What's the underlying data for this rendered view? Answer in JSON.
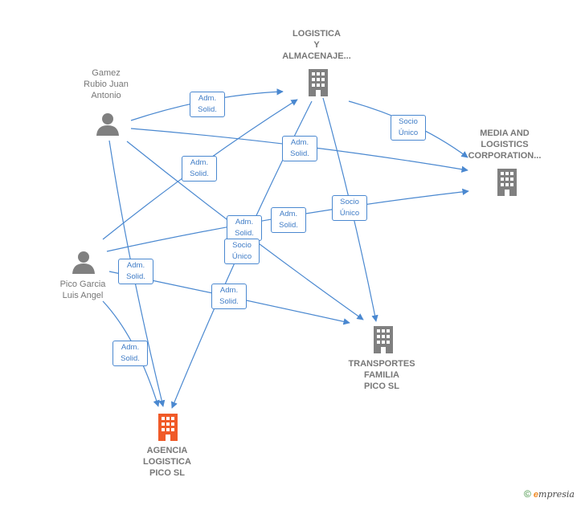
{
  "nodes": {
    "logistica": {
      "label": "LOGISTICA\nY\nALMACENAJE...",
      "type": "company"
    },
    "media": {
      "label": "MEDIA AND\nLOGISTICS\nCORPORATION...",
      "type": "company"
    },
    "gamez": {
      "label": "Gamez\nRubio Juan\nAntonio",
      "type": "person"
    },
    "pico": {
      "label": "Pico Garcia\nLuis Angel",
      "type": "person"
    },
    "transportes": {
      "label": "TRANSPORTES\nFAMILIA\nPICO  SL",
      "type": "company"
    },
    "agencia": {
      "label": "AGENCIA\nLOGISTICA\nPICO  SL",
      "type": "company-focus"
    }
  },
  "edge_labels": {
    "e1": "Adm.\nSolid.",
    "e2": "Socio\nÚnico",
    "e3": "Adm.\nSolid.",
    "e4": "Adm.\nSolid.",
    "e5": "Socio\nÚnico",
    "e6": "Adm.\nSolid.",
    "e7": "Adm.\nSolid.",
    "e8": "Socio\nÚnico",
    "e9": "Adm.\nSolid.",
    "e10": "Adm.\nSolid.",
    "e11": "Adm.\nSolid."
  },
  "colors": {
    "edge": "#4a88d0",
    "icon": "#808080",
    "focus_icon": "#f05a28"
  },
  "footer": {
    "copyright": "©",
    "brand_initial": "e",
    "brand_rest": "mpresia"
  }
}
